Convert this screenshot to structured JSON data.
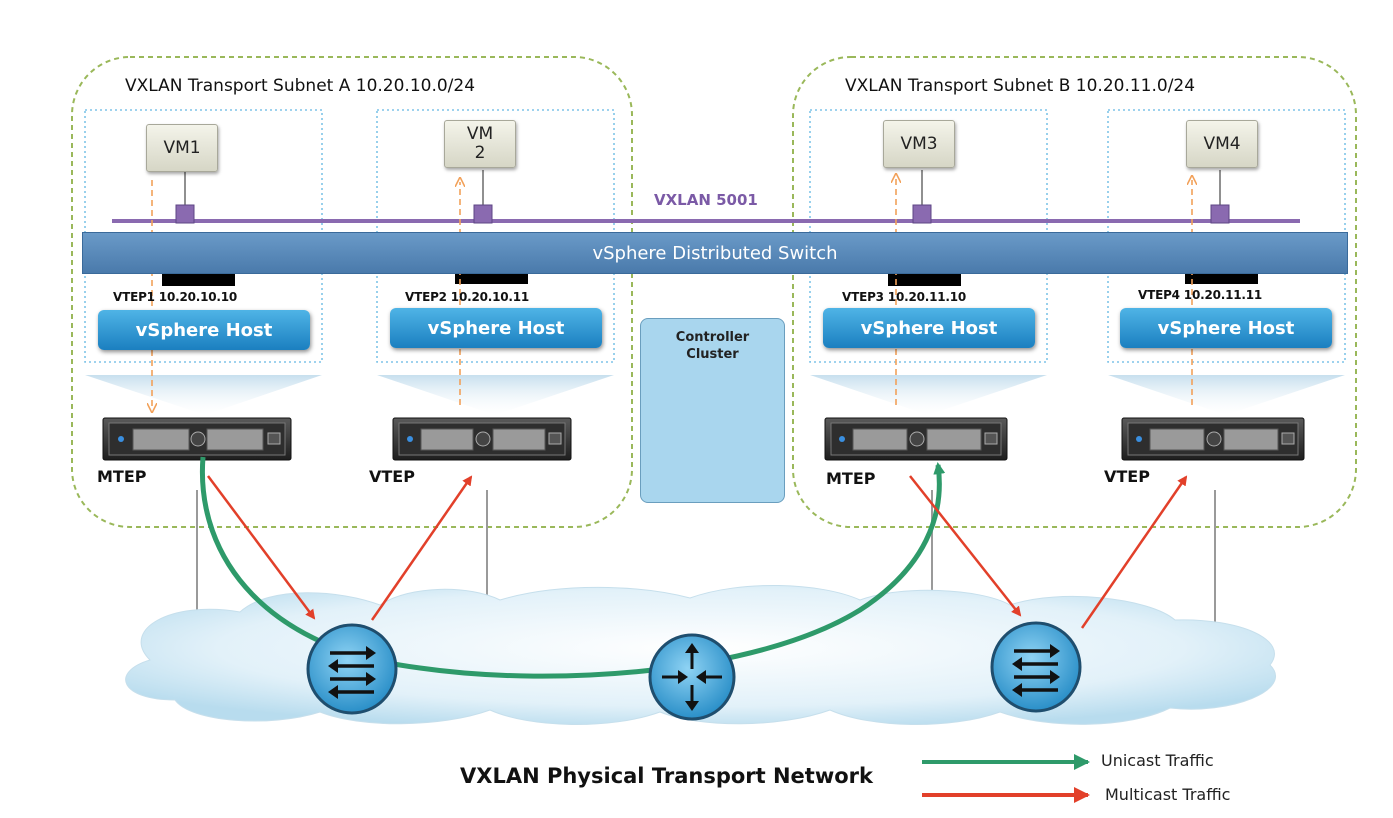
{
  "subnets": [
    {
      "title": "VXLAN Transport Subnet A 10.20.10.0/24"
    },
    {
      "title": "VXLAN Transport Subnet B 10.20.11.0/24"
    }
  ],
  "vms": [
    {
      "label": "VM1"
    },
    {
      "label": "VM\n2"
    },
    {
      "label": "VM3"
    },
    {
      "label": "VM4"
    }
  ],
  "vxlan_label": "VXLAN 5001",
  "switch_label": "vSphere Distributed Switch",
  "hosts": [
    {
      "vtep": "VTEP1 10.20.10.10",
      "label": "vSphere Host",
      "role": "MTEP"
    },
    {
      "vtep": "VTEP2 10.20.10.11",
      "label": "vSphere Host",
      "role": "VTEP"
    },
    {
      "vtep": "VTEP3 10.20.11.10",
      "label": "vSphere Host",
      "role": "MTEP"
    },
    {
      "vtep": "VTEP4 10.20.11.11",
      "label": "vSphere Host",
      "role": "VTEP"
    }
  ],
  "controller": {
    "line1": "Controller",
    "line2": "Cluster"
  },
  "network_title": "VXLAN Physical Transport Network",
  "legend": {
    "unicast": "Unicast Traffic",
    "multicast": "Multicast Traffic"
  },
  "colors": {
    "unicast": "#2e9a6a",
    "multicast": "#e2402a",
    "vxlan": "#8a6ab0",
    "subnet_border": "#9ab85a",
    "host_border": "#7fc4e8"
  },
  "icons": [
    "switch-icon",
    "router-icon",
    "server-icon",
    "gear-icon"
  ]
}
